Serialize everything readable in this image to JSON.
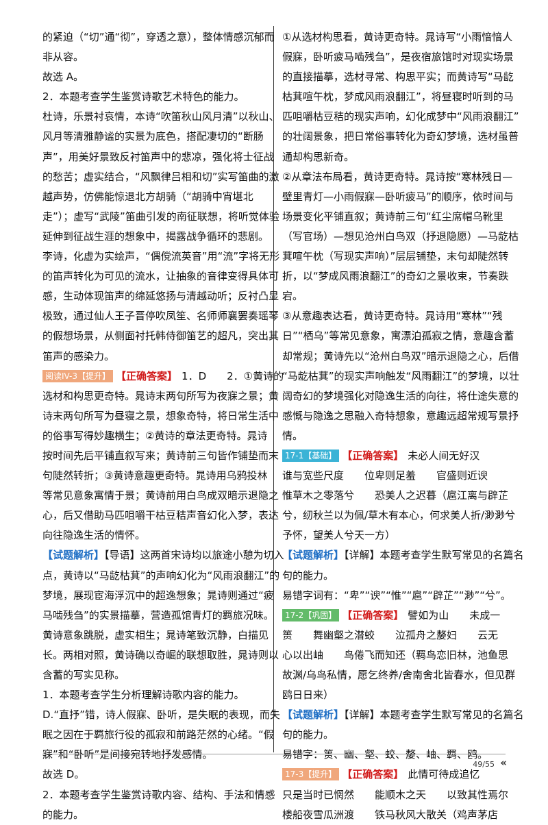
{
  "left_lines": [
    "的紧迫（“切”通“彻”，穿透之意），整体情感沉郁而",
    "非从容。",
    "故选 A。",
    "2．本题考查学生鉴赏诗歌艺术特色的能力。",
    "杜诗，乐景衬哀情，本诗“吹笛秋山风月清”以秋山、",
    "风月等清雅静谧的实景为底色，搭配凄切的“断肠",
    "声”，用美好景致反衬笛声中的悲凉，强化将士征战",
    "的愁苦；虚实结合，“风飘律吕相和切”实写笛曲的激",
    "越声势，仿佛能惊退北方胡骑（“胡骑中宵堪北",
    "走”）；虚写“武陵”笛曲引发的南征联想，将听觉体验",
    "延伸到征战生涯的想象中，揭露战争循环的悲剧。",
    "李诗，化虚为实绘声，“偶傥流英音”用“流”字将无形",
    "的笛声转化为可见的流水，让抽象的音律变得具体可",
    "感，生动体现笛声的绵延悠扬与清越动听；反衬凸显",
    "极致，通过仙人王子晋停吹凤笙、名师师襄罢奏瑶琴",
    "的假想场景，从侧面衬托韩侍御笛艺的超凡，突出其",
    "笛声的感染力。"
  ],
  "left_block2": {
    "tag": "阅读IV-3【提升】",
    "answer_label": "【正确答案】",
    "first_line_rest": "1．D　　2．①黄诗的",
    "lines": [
      "选材和构思更奇特。晁诗末两句所写为夜寐之景；黄",
      "诗末两句所写为昼寝之景，想象奇特，将日常生活中",
      "的俗事写得妙趣横生；②黄诗的章法更奇特。晁诗",
      "按时间先后平铺直叙写来；黄诗前三句皆作铺垫而末",
      "句陡然转折；③黄诗意趣更奇特。晁诗用乌鸦投林",
      "等常见意象寓情于景；黄诗前用白鸟成双暗示退隐之",
      "心，后又借助马匹咀嚼干枯豆秸声音幻化入梦，表达",
      "向往隐逸生活的情怀。"
    ]
  },
  "left_block3": {
    "label": "【试题解析】",
    "first_line_rest": "【导语】这两首宋诗均以旅途小憩为切入",
    "lines": [
      "点，黄诗以“马龁枯萁”的声响幻化为“风雨浪翻江”的",
      "梦境，展现宦海浮沉中的超逸想象；晁诗则通过“疲",
      "马啮残刍”的实景描摹，营造孤馆青灯的羁旅况味。",
      "黄诗意象跳脱，虚实相生；晁诗笔致沉静，白描见",
      "长。两相对照，黄诗确以奇崛的联想取胜，晁诗则以",
      "含蓄的写实见称。",
      "1．本题考查学生分析理解诗歌内容的能力。",
      "D.“直抒”错，诗人假寐、卧听，是失眠的表现，而失",
      "眠之因在于羁旅行役的孤寂和前路茫然的心绪。“假",
      "寐”和“卧听”是间接宛转地抒发感情。",
      "故选 D。",
      "2．本题考查学生鉴赏诗歌内容、结构、手法和情感",
      "的能力。"
    ]
  },
  "right_lines": [
    "①从选材构思看，黄诗更奇特。晁诗写“小雨愔愔人",
    "假寐，卧听疲马啮残刍”，是夜宿旅馆时对现实场景",
    "的直接描摹，选材寻常、构思平实；而黄诗写“马龁",
    "枯萁喧午枕，梦成风雨浪翻江”，将昼寝时听到的马",
    "匹咀嚼枯豆秸的现实声响，幻化成梦中“风雨浪翻江”",
    "的壮阔景象，把日常俗事转化为奇幻梦境，选材虽普",
    "通却构思新奇。",
    "②从章法布局看，黄诗更奇特。晁诗按“寒林残日—",
    "壁里青灯—小雨假寐—卧听疲马”的顺序，依时间与",
    "场景变化平铺直叙；黄诗前三句“红尘席帽乌靴里",
    "（写官场）—想见沧州白鸟双（抒退隐愿）—马龁枯",
    "萁喧午枕（写现实声响）”层层铺垫，末句却陡然转",
    "折，以“梦成风雨浪翻江”的奇幻之景收束，节奏跌",
    "宕。",
    "③从意趣表达看，黄诗更奇特。晁诗用“寒林”“残",
    "日”“栖乌”等常见意象，寓漂泊孤寂之情，意趣含蓄",
    "却常规；黄诗先以“沧州白鸟双”暗示退隐之心，后借",
    "“马龁枯萁”的现实声响触发“风雨翻江”的梦境，以壮",
    "阔奇幻的梦境强化对隐逸生活的向往，将仕途失意的",
    "感慨与隐逸之思融入奇特想象，意趣远超常规写景抒",
    "情。"
  ],
  "q17_1": {
    "tag": "17-1【基础】",
    "answer_label": "【正确答案】",
    "first_line_rest": "未必人间无好汉",
    "lines": [
      "谁与宽些尺度　　位卑则足羞　　官盛则近谀",
      "惟草木之零落兮　　恐美人之迟暮（扈江离与辟芷",
      "兮，纫秋兰以为佩/草木有本心，何求美人折/渺渺兮",
      "予怀，望美人兮天一方）"
    ],
    "analysis_label": "【试题解析】",
    "analysis_first": "【详解】本题考查学生默写常见的名篇名",
    "analysis_lines": [
      "句的能力。",
      "易错字词有：“卑”“谀”“惟”“扈”“辟芷”“渺”“兮”。"
    ]
  },
  "q17_2": {
    "tag": "17-2【巩固】",
    "answer_label": "【正确答案】",
    "first_line_rest": "譬如为山　　未成一",
    "lines": [
      "篑　　舞幽壑之潜蛟　　泣孤舟之嫠妇　　云无",
      "心以出岫　　鸟倦飞而知还（羁鸟恋旧林，池鱼思",
      "故渊/乌鸟私情，愿乞终养/舍南舍北皆春水，但见群",
      "鸥日日来）"
    ],
    "analysis_label": "【试题解析】",
    "analysis_first": "【详解】本题考查学生默写常见的名篇名",
    "analysis_lines": [
      "句的能力。",
      "易错字：篑、幽、壑、蛟、嫠、岫、羁、鸥。"
    ]
  },
  "q17_3": {
    "tag": "17-3【提升】",
    "answer_label": "【正确答案】",
    "first_line_rest": "此情可待成追忆",
    "lines": [
      "只是当时已惘然　　能顺木之天　　以致其性焉尔",
      "楼船夜雪瓜洲渡　　铁马秋风大散关（鸡声茅店"
    ]
  },
  "footer": {
    "page": "49/55",
    "chevron": "«"
  }
}
